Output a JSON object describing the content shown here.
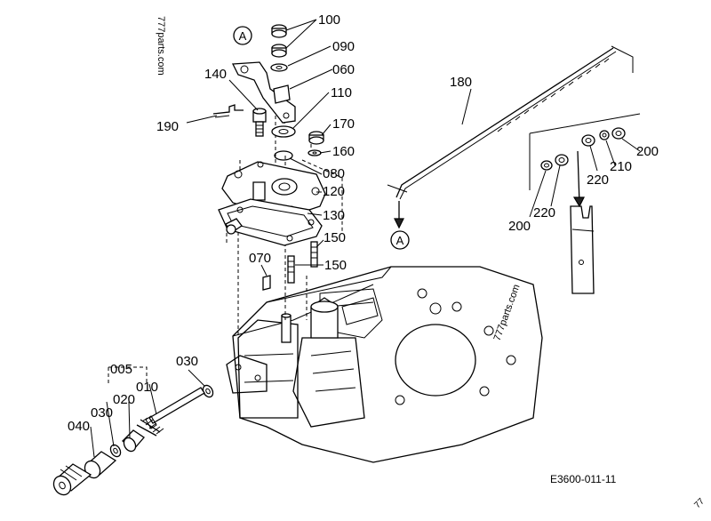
{
  "diagram": {
    "code": "E3600-011-11",
    "watermark": "777parts.com",
    "corner_mark": "77",
    "ref_mark": "A",
    "callouts": [
      {
        "key": "100",
        "text": "100"
      },
      {
        "key": "090",
        "text": "090"
      },
      {
        "key": "060",
        "text": "060"
      },
      {
        "key": "110",
        "text": "110"
      },
      {
        "key": "140",
        "text": "140"
      },
      {
        "key": "190",
        "text": "190"
      },
      {
        "key": "170",
        "text": "170"
      },
      {
        "key": "160",
        "text": "160"
      },
      {
        "key": "080",
        "text": "080"
      },
      {
        "key": "120",
        "text": "120"
      },
      {
        "key": "130",
        "text": "130"
      },
      {
        "key": "150a",
        "text": "150"
      },
      {
        "key": "150b",
        "text": "150"
      },
      {
        "key": "070",
        "text": "070"
      },
      {
        "key": "180",
        "text": "180"
      },
      {
        "key": "200a",
        "text": "200"
      },
      {
        "key": "210",
        "text": "210"
      },
      {
        "key": "220a",
        "text": "220"
      },
      {
        "key": "220b",
        "text": "220"
      },
      {
        "key": "200b",
        "text": "200"
      },
      {
        "key": "030a",
        "text": "030"
      },
      {
        "key": "005",
        "text": "005"
      },
      {
        "key": "010",
        "text": "010"
      },
      {
        "key": "020",
        "text": "020"
      },
      {
        "key": "030b",
        "text": "030"
      },
      {
        "key": "040",
        "text": "040"
      }
    ]
  }
}
